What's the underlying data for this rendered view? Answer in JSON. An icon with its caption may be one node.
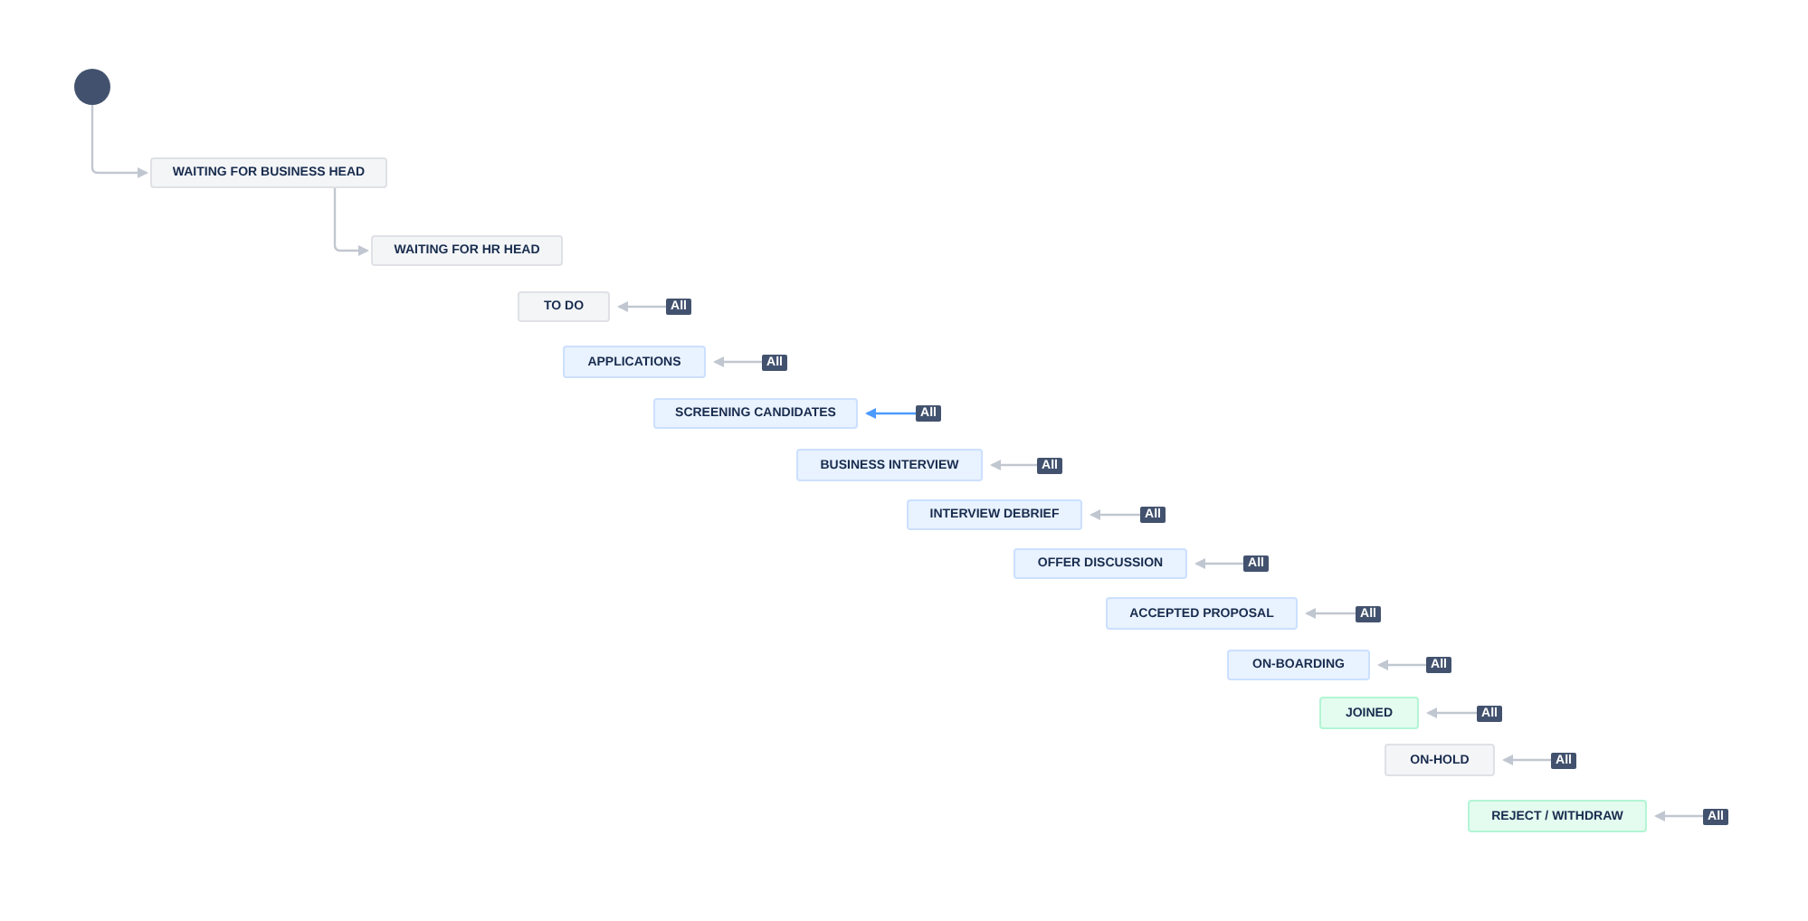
{
  "diagram": {
    "nodes": [
      {
        "text": [],
        "shape": "circle"
      },
      {
        "text": [
          "WAITING FOR BUSINESS HEAD"
        ]
      },
      {
        "text": [
          "WAITING FOR HR HEAD"
        ]
      },
      {
        "text": [
          "TO DO"
        ]
      },
      {
        "text": [
          "All"
        ]
      },
      {
        "text": [
          "APPLICATIONS"
        ]
      },
      {
        "text": [
          "All"
        ]
      },
      {
        "text": [
          "SCREENING CANDIDATES"
        ]
      },
      {
        "text": [
          "All"
        ]
      },
      {
        "text": [
          "BUSINESS INTERVIEW"
        ]
      },
      {
        "text": [
          "All"
        ]
      },
      {
        "text": [
          "INTERVIEW DEBRIEF"
        ]
      },
      {
        "text": [
          "All"
        ]
      },
      {
        "text": [
          "OFFER DISCUSSION"
        ]
      },
      {
        "text": [
          "All"
        ]
      },
      {
        "text": [
          "ACCEPTED PROPOSAL"
        ]
      },
      {
        "text": [
          "All"
        ]
      },
      {
        "text": [
          "ON-BOARDING"
        ]
      },
      {
        "text": [
          "All"
        ]
      },
      {
        "text": [
          "JOINED"
        ]
      },
      {
        "text": [
          "All"
        ]
      },
      {
        "text": [
          "ON-HOLD"
        ]
      },
      {
        "text": [
          "All"
        ]
      },
      {
        "text": [
          "REJECT / WITHDRAW"
        ]
      },
      {
        "text": [
          "All"
        ]
      }
    ],
    "edges": [
      {
        "from": 0,
        "to": 1,
        "arrow": "to"
      },
      {
        "from": 1,
        "to": 2,
        "arrow": "to"
      },
      {
        "from": 4,
        "to": 3,
        "arrow": "to"
      },
      {
        "from": 6,
        "to": 5,
        "arrow": "to"
      },
      {
        "from": 8,
        "to": 7,
        "arrow": "to",
        "color": "#4c9aff"
      },
      {
        "from": 10,
        "to": 9,
        "arrow": "to"
      },
      {
        "from": 12,
        "to": 11,
        "arrow": "to"
      },
      {
        "from": 14,
        "to": 13,
        "arrow": "to"
      },
      {
        "from": 16,
        "to": 15,
        "arrow": "to"
      },
      {
        "from": 18,
        "to": 17,
        "arrow": "to"
      },
      {
        "from": 20,
        "to": 19,
        "arrow": "to"
      },
      {
        "from": 22,
        "to": 21,
        "arrow": "to"
      },
      {
        "from": 24,
        "to": 23,
        "arrow": "to"
      }
    ]
  }
}
